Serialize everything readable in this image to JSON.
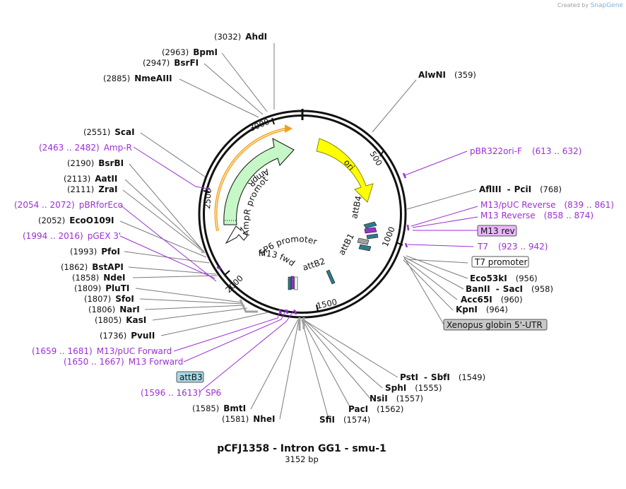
{
  "credit": {
    "prefix": "Created by",
    "brand": "SnapGene"
  },
  "title": "pCFJ1358 - Intron GG1 - smu-1",
  "subtitle": "3152 bp",
  "ticks": [
    "500",
    "1000",
    "1500",
    "2000",
    "2500",
    "3000"
  ],
  "enzymes": {
    "AhdI": {
      "name": "AhdI",
      "pos": "(3032)"
    },
    "BpmI": {
      "name": "BpmI",
      "pos": "(2963)"
    },
    "BsrFI": {
      "name": "BsrFI",
      "pos": "(2947)"
    },
    "NmeAIII": {
      "name": "NmeAIII",
      "pos": "(2885)"
    },
    "AlwNI": {
      "name": "AlwNI",
      "pos": "(359)"
    },
    "ScaI": {
      "name": "ScaI",
      "pos": "(2551)"
    },
    "BsrBI": {
      "name": "BsrBI",
      "pos": "(2190)"
    },
    "AatII": {
      "name": "AatII",
      "pos": "(2113)"
    },
    "ZraI": {
      "name": "ZraI",
      "pos": "(2111)"
    },
    "EcoO109I": {
      "name": "EcoO109I",
      "pos": "(2052)"
    },
    "PfoI": {
      "name": "PfoI",
      "pos": "(1993)"
    },
    "BstAPI": {
      "name": "BstAPI",
      "pos": "(1862)"
    },
    "NdeI": {
      "name": "NdeI",
      "pos": "(1858)"
    },
    "PluTI": {
      "name": "PluTI",
      "pos": "(1809)"
    },
    "SfoI": {
      "name": "SfoI",
      "pos": "(1807)"
    },
    "NarI": {
      "name": "NarI",
      "pos": "(1806)"
    },
    "KasI": {
      "name": "KasI",
      "pos": "(1805)"
    },
    "PvuII": {
      "name": "PvuII",
      "pos": "(1736)"
    },
    "AflIII": {
      "name": "AflIII",
      "sep": "-",
      "name2": "PciI",
      "pos": "(768)"
    },
    "Eco53kI": {
      "name": "Eco53kI",
      "pos": "(956)"
    },
    "BanII": {
      "name": "BanII",
      "sep": "-",
      "name2": "SacI",
      "pos": "(958)"
    },
    "Acc65I": {
      "name": "Acc65I",
      "pos": "(960)"
    },
    "KpnI": {
      "name": "KpnI",
      "pos": "(964)"
    },
    "PstI": {
      "name": "PstI",
      "sep": "-",
      "name2": "SbfI",
      "pos": "(1549)"
    },
    "SphI": {
      "name": "SphI",
      "pos": "(1555)"
    },
    "NsiI": {
      "name": "NsiI",
      "pos": "(1557)"
    },
    "PacI": {
      "name": "PacI",
      "pos": "(1562)"
    },
    "SfiI": {
      "name": "SfiI",
      "pos": "(1574)"
    },
    "BmtI": {
      "name": "BmtI",
      "pos": "(1585)"
    },
    "NheI": {
      "name": "NheI",
      "pos": "(1581)"
    }
  },
  "primers": {
    "AmpR": {
      "range": "(2463 .. 2482)",
      "name": "Amp-R"
    },
    "pBRforEco": {
      "range": "(2054 .. 2072)",
      "name": "pBRforEco"
    },
    "pGEX3": {
      "range": "(1994 .. 2016)",
      "name": "pGEX 3'"
    },
    "M13pUCFwd": {
      "range": "(1659 .. 1681)",
      "name": "M13/pUC Forward"
    },
    "M13Fwd": {
      "range": "(1650 .. 1667)",
      "name": "M13 Forward"
    },
    "SP6": {
      "range": "(1596 .. 1613)",
      "name": "SP6"
    },
    "pBR322ori": {
      "name": "pBR322ori-F",
      "range": "(613 .. 632)"
    },
    "M13pUCRev": {
      "name": "M13/pUC Reverse",
      "range": "(839 .. 861)"
    },
    "M13Rev": {
      "name": "M13 Reverse",
      "range": "(858 .. 874)"
    },
    "T7": {
      "name": "T7",
      "range": "(923 .. 942)"
    }
  },
  "boxes": {
    "m13rev": "M13 rev",
    "t7promoter": "T7 promoter",
    "xenopus": "Xenopus globin 5'-UTR",
    "attB3": "attB3"
  },
  "features": {
    "ampr": "AmpR",
    "ampr_promoter": "AmpR promoter",
    "ori": "ori",
    "attB4": "attB4",
    "attB1": "attB1",
    "attB2": "attB2",
    "sp6_promoter": "SP6 promoter",
    "m13_fwd": "M13 fwd"
  },
  "colors": {
    "ampr": "#c6f7c6",
    "ampr_promoter": "#ffffff",
    "ori": "#ffff00",
    "ori_outline": "#8a8a00",
    "orange_arc": "#f0a020",
    "primer": "#9c2fd6",
    "attB": "#2f7a8a",
    "m13rev_box": "#e8b8f8",
    "xenopus_box": "#c8c8c8",
    "attB3_box": "#a8d8e8"
  }
}
